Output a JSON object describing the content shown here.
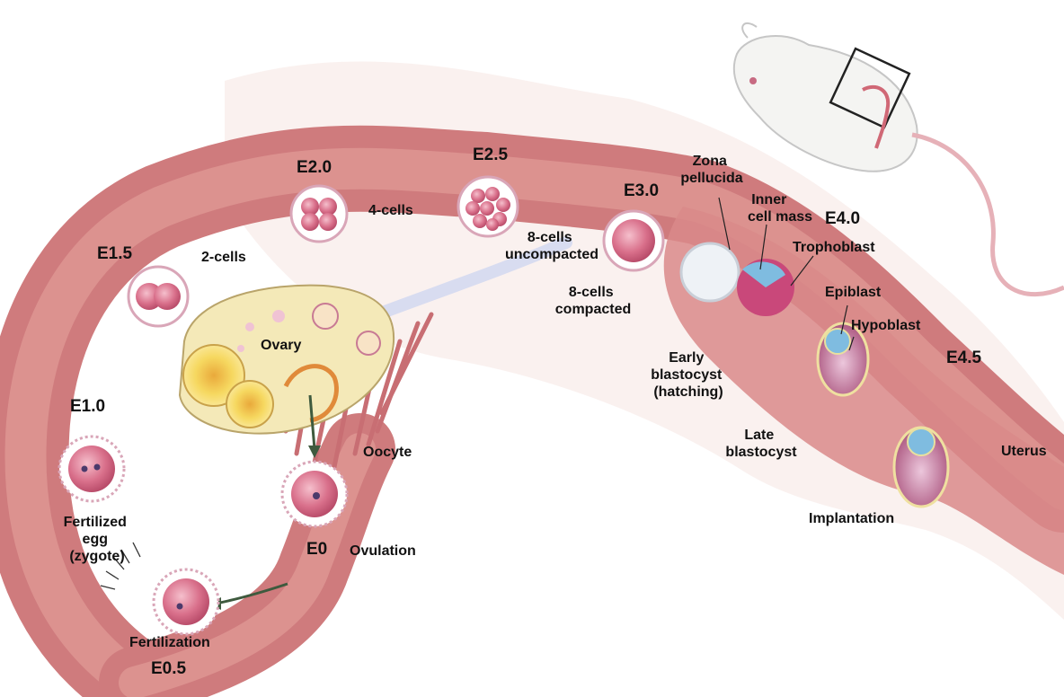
{
  "stages": {
    "e0": "E0",
    "e0_5": "E0.5",
    "e1_0": "E1.0",
    "e1_5": "E1.5",
    "e2_0": "E2.0",
    "e2_5": "E2.5",
    "e3_0": "E3.0",
    "e4_0": "E4.0",
    "e4_5": "E4.5"
  },
  "labels": {
    "ovary": "Ovary",
    "oocyte": "Oocyte",
    "ovulation": "Ovulation",
    "fertilization": "Fertilization",
    "fertilized": [
      "Fertilized",
      "egg",
      "(zygote)"
    ],
    "two_cells": "2-cells",
    "four_cells": "4-cells",
    "eight_uncompacted": [
      "8-cells",
      "uncompacted"
    ],
    "eight_compacted": [
      "8-cells",
      "compacted"
    ],
    "zona_pellucida": [
      "Zona",
      "pellucida"
    ],
    "inner_cell_mass": [
      "Inner",
      "cell mass"
    ],
    "trophoblast": "Trophoblast",
    "epiblast": "Epiblast",
    "hypoblast": "Hypoblast",
    "early_blastocyst": [
      "Early",
      "blastocyst",
      "(hatching)"
    ],
    "late_blastocyst": [
      "Late",
      "blastocyst"
    ],
    "implantation": "Implantation",
    "uterus": "Uterus"
  },
  "colors": {
    "tube": "#d48585",
    "tube_light": "#e8b4ad",
    "ovary": "#f4e9b8",
    "cell": "#d46a86",
    "zona": "#ffffff",
    "icm": "#78b6d8",
    "mouse": "#f4f4f2"
  },
  "icons": {
    "mouse": "mouse-illustration",
    "zoom_box": "zoom-box-icon"
  }
}
